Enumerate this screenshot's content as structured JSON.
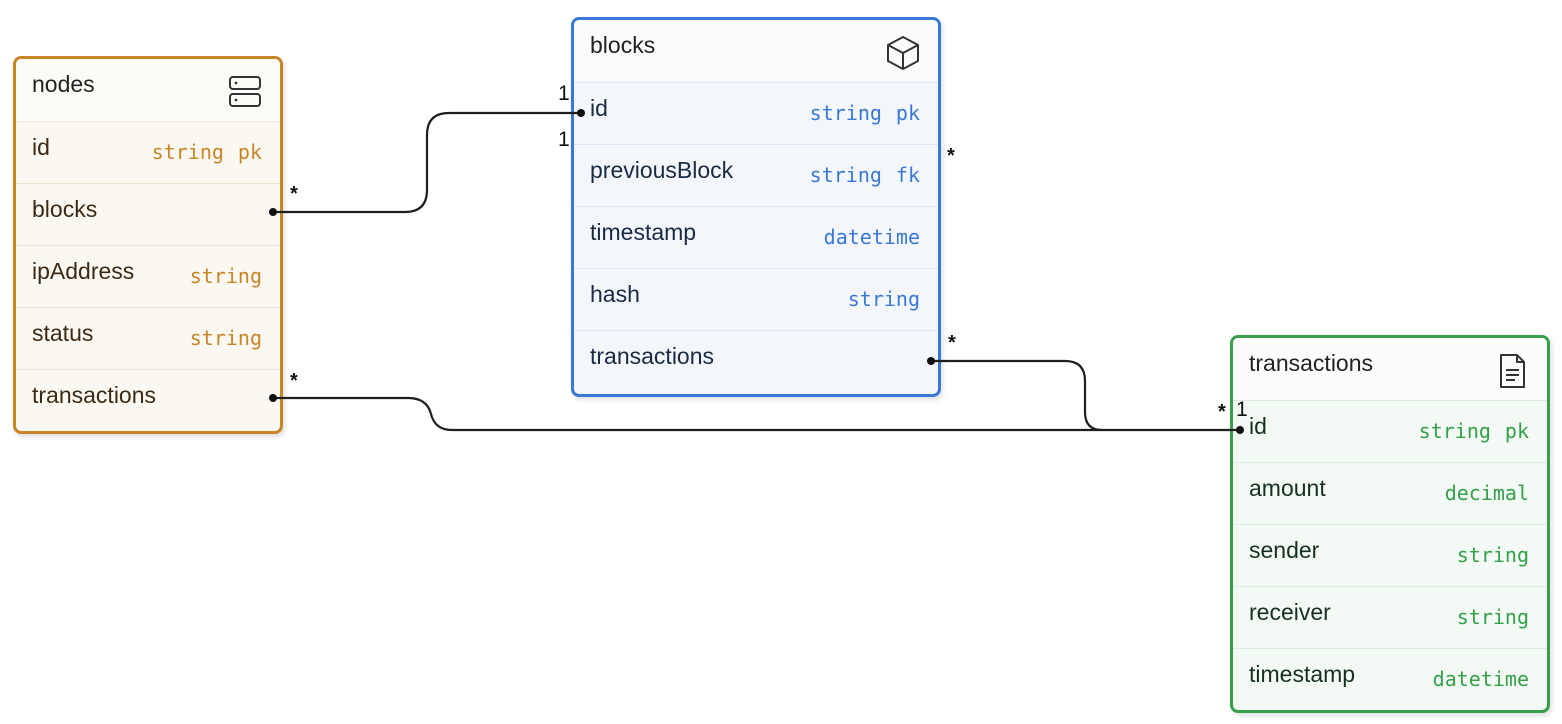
{
  "entities": {
    "nodes": {
      "title": "nodes",
      "icon": "server-icon",
      "color": "#c88528",
      "fields": [
        {
          "name": "id",
          "type": "string",
          "key": "pk"
        },
        {
          "name": "blocks",
          "type": "",
          "key": ""
        },
        {
          "name": "ipAddress",
          "type": "string",
          "key": ""
        },
        {
          "name": "status",
          "type": "string",
          "key": ""
        },
        {
          "name": "transactions",
          "type": "",
          "key": ""
        }
      ]
    },
    "blocks": {
      "title": "blocks",
      "icon": "cube-icon",
      "color": "#3a78d6",
      "fields": [
        {
          "name": "id",
          "type": "string",
          "key": "pk"
        },
        {
          "name": "previousBlock",
          "type": "string",
          "key": "fk"
        },
        {
          "name": "timestamp",
          "type": "datetime",
          "key": ""
        },
        {
          "name": "hash",
          "type": "string",
          "key": ""
        },
        {
          "name": "transactions",
          "type": "",
          "key": ""
        }
      ]
    },
    "transactions": {
      "title": "transactions",
      "icon": "document-icon",
      "color": "#36a04a",
      "fields": [
        {
          "name": "id",
          "type": "string",
          "key": "pk"
        },
        {
          "name": "amount",
          "type": "decimal",
          "key": ""
        },
        {
          "name": "sender",
          "type": "string",
          "key": ""
        },
        {
          "name": "receiver",
          "type": "string",
          "key": ""
        },
        {
          "name": "timestamp",
          "type": "datetime",
          "key": ""
        }
      ]
    }
  },
  "relationships": [
    {
      "from": "nodes.blocks",
      "to": "blocks.id",
      "from_card": "*",
      "to_card": "1"
    },
    {
      "from": "blocks.previousBlock",
      "to": "blocks.id",
      "from_card": "*",
      "to_card": "1"
    },
    {
      "from": "nodes.transactions",
      "to": "transactions.id",
      "from_card": "*",
      "to_card": "1"
    },
    {
      "from": "blocks.transactions",
      "to": "transactions.id",
      "from_card": "*",
      "to_card": ""
    }
  ]
}
